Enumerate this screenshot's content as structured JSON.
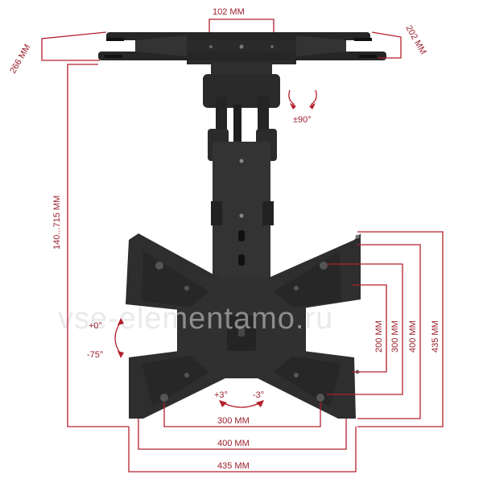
{
  "dimensions": {
    "top_width": "102 MM",
    "left_depth": "266 MM",
    "right_depth": "202 MM",
    "rotation": "±90°",
    "height_range": "140...715 MM",
    "tilt_up": "+0°",
    "tilt_down": "-75°",
    "swivel_left": "+3°",
    "swivel_right": "-3°",
    "vesa_200": "200 MM",
    "vesa_300_v": "300 MM",
    "vesa_400_v": "400 MM",
    "vesa_435_v": "435 MM",
    "vesa_300_h": "300 MM",
    "vesa_400_h": "400 MM",
    "vesa_435_h": "435 MM"
  },
  "watermark": "vse-elementamo.ru",
  "colors": {
    "dimension_red": "#b3202c",
    "mount_black": "#2b2b2b"
  }
}
